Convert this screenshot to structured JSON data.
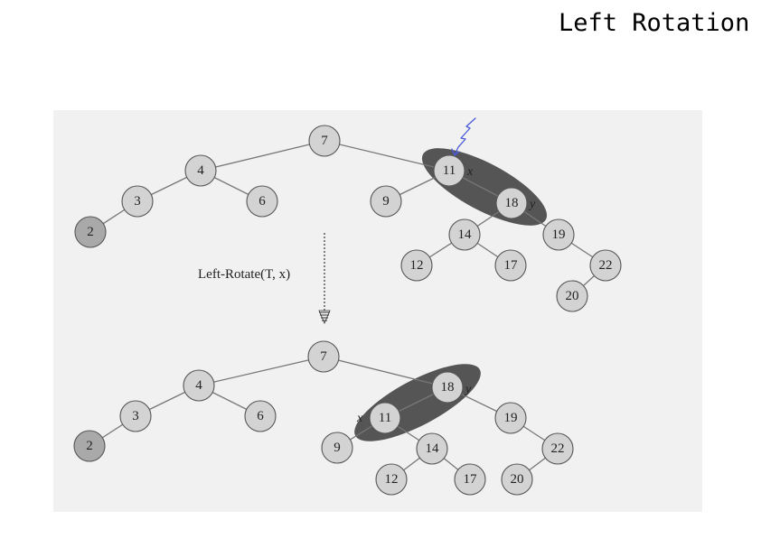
{
  "slide": {
    "title": "Left Rotation"
  },
  "colors": {
    "panel": "#f1f1f1",
    "node_fill": "#d3d3d3",
    "leaf_fill": "#a9a9a9",
    "node_stroke": "#555555",
    "edge": "#777777",
    "highlight": "#555555",
    "annotation": "#4a5ad8"
  },
  "operation": {
    "label": "Left-Rotate(T, x)"
  },
  "before": {
    "pointer_x": "x",
    "pointer_y": "y",
    "nodes": [
      "7",
      "4",
      "3",
      "2",
      "6",
      "11",
      "9",
      "18",
      "14",
      "12",
      "17",
      "19",
      "22",
      "20"
    ]
  },
  "after": {
    "pointer_x": "x",
    "pointer_y": "y",
    "nodes": [
      "7",
      "4",
      "3",
      "2",
      "6",
      "18",
      "11",
      "9",
      "14",
      "12",
      "17",
      "19",
      "22",
      "20"
    ]
  }
}
